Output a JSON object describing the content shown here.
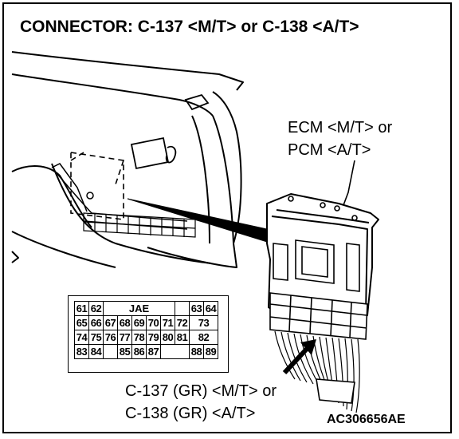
{
  "title": "CONNECTOR: C-137 <M/T> or C-138 <A/T>",
  "ecm_label": {
    "line1": "ECM <M/T> or",
    "line2": "PCM <A/T>"
  },
  "connector_label": {
    "line1": "C-137 (GR) <M/T> or",
    "line2": "C-138 (GR) <A/T>"
  },
  "figure_code": "AC306656AE",
  "pin_grid": {
    "brand": "JAE",
    "rows": [
      [
        "61",
        "62",
        "",
        "",
        "",
        "",
        "",
        "",
        "63",
        "64"
      ],
      [
        "65",
        "66",
        "67",
        "68",
        "69",
        "70",
        "71",
        "72",
        "73"
      ],
      [
        "74",
        "75",
        "76",
        "77",
        "78",
        "79",
        "80",
        "81",
        "82"
      ],
      [
        "83",
        "84",
        "",
        "85",
        "86",
        "87",
        "",
        "88",
        "89"
      ]
    ]
  }
}
